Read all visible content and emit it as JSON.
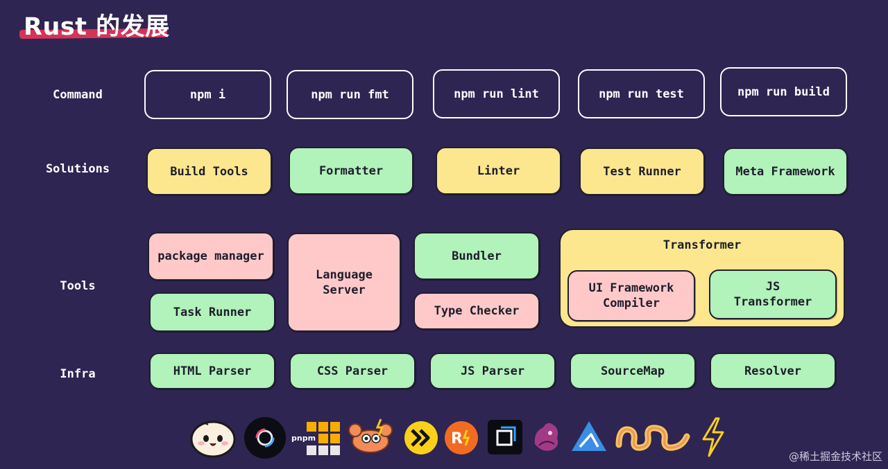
{
  "title": "Rust 的发展",
  "rows": {
    "command": "Command",
    "solutions": "Solutions",
    "tools": "Tools",
    "infra": "Infra"
  },
  "commands": [
    "npm i",
    "npm run fmt",
    "npm run lint",
    "npm run test",
    "npm run build"
  ],
  "solutions": [
    "Build Tools",
    "Formatter",
    "Linter",
    "Test Runner",
    "Meta Framework"
  ],
  "tools": {
    "package_manager": "package manager",
    "task_runner": "Task Runner",
    "language_server_1": "Language",
    "language_server_2": "Server",
    "bundler": "Bundler",
    "type_checker": "Type Checker",
    "transformer": "Transformer",
    "ui_framework_compiler_1": "UI Framework",
    "ui_framework_compiler_2": "Compiler",
    "js_transformer_1": "JS",
    "js_transformer_2": "Transformer"
  },
  "infra": [
    "HTML Parser",
    "CSS Parser",
    "JS Parser",
    "SourceMap",
    "Resolver"
  ],
  "logos": {
    "pnpm_text": "pnpm",
    "rs_text": "R"
  },
  "watermark": "@稀土掘金技术社区",
  "colors": {
    "background": "#2e2552",
    "yellow": "#fde78e",
    "green": "#b2f2bb",
    "pink": "#ffc9c9",
    "title_underline": "#d4345a"
  }
}
